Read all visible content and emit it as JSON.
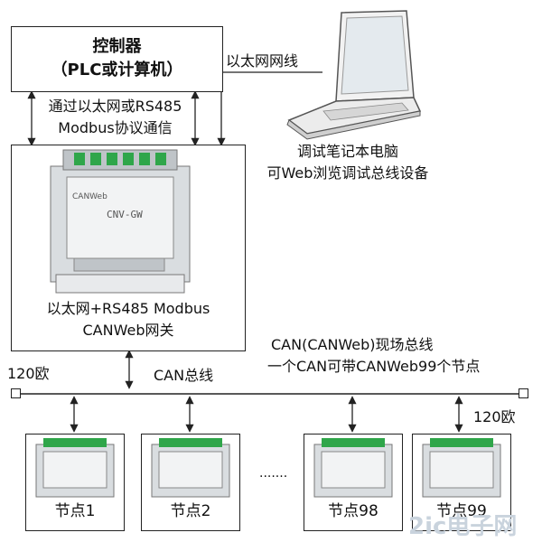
{
  "controller": {
    "line1": "控制器",
    "line2": "（PLC或计算机）"
  },
  "link_label": {
    "line1": "通过以太网或RS485",
    "line2": "Modbus协议通信"
  },
  "ethernet_label": "以太网网线",
  "laptop_caption": {
    "line1": "调试笔记本电脑",
    "line2": "可Web浏览调试总线设备"
  },
  "gateway": {
    "caption_line1": "以太网+RS485 Modbus",
    "caption_line2": "CANWeb网关",
    "device_text": "CNV-GW",
    "device_sub": "CANWeb"
  },
  "bus_caption": {
    "line1": "CAN(CANWeb)现场总线",
    "line2": "一个CAN可带CANWeb99个节点"
  },
  "bus_label": "CAN总线",
  "terminator_left": "120欧",
  "terminator_right": "120欧",
  "ellipsis": ".......",
  "nodes": [
    "节点1",
    "节点2",
    "节点98",
    "节点99"
  ],
  "watermark": "2ic电子网",
  "colors": {
    "line": "#222222",
    "green": "#2fa64a",
    "device": "#d9dde0"
  }
}
